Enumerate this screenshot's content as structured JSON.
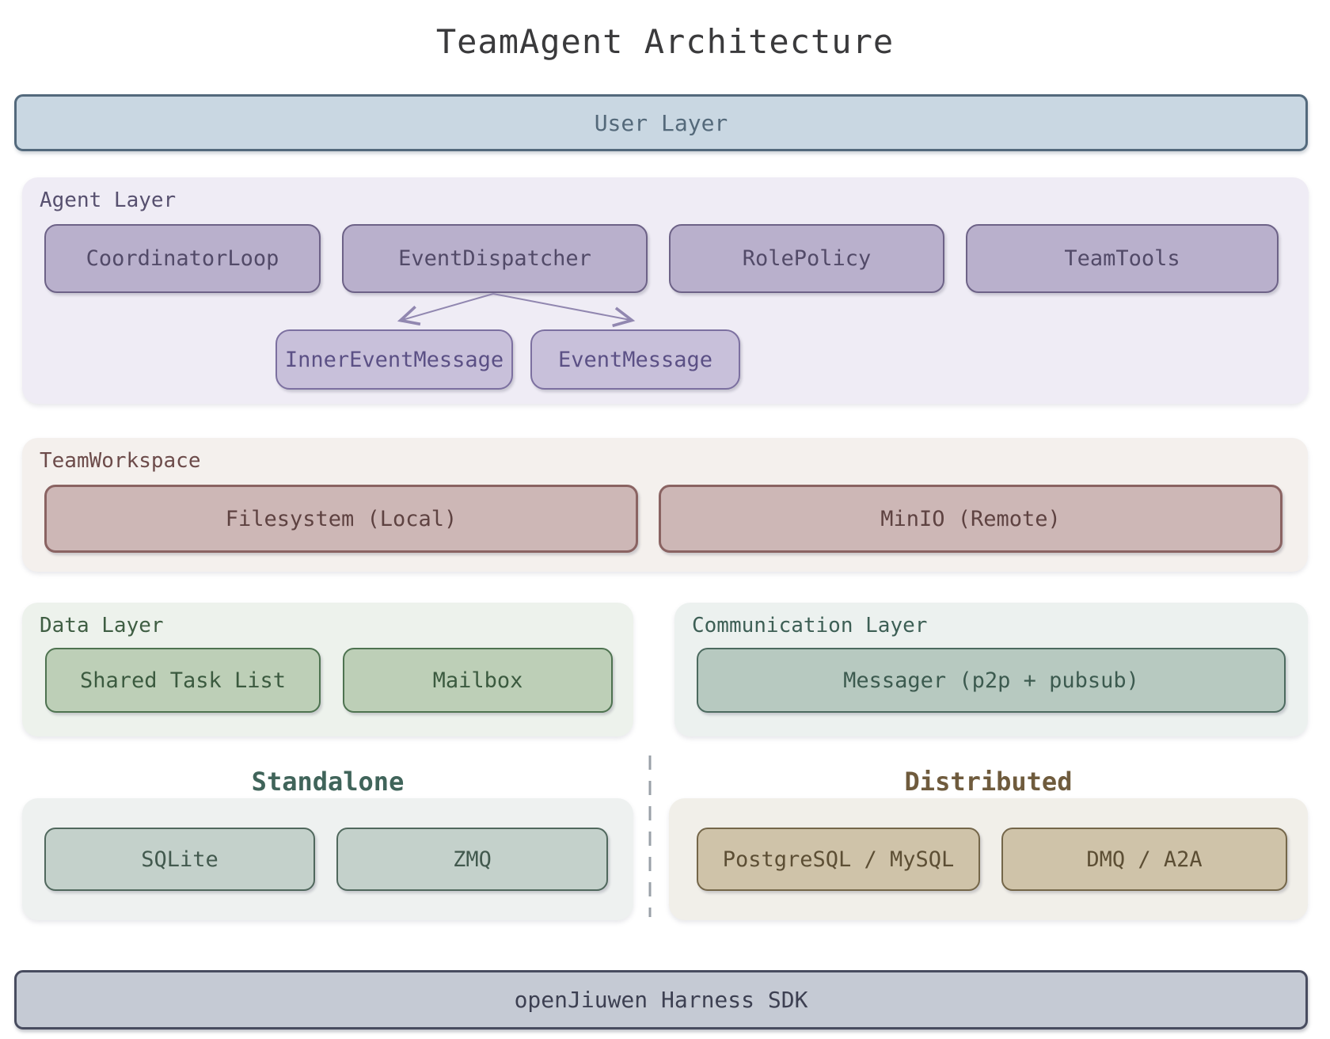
{
  "title": "TeamAgent Architecture",
  "user_layer": {
    "label": "User Layer"
  },
  "agent_layer": {
    "label": "Agent Layer",
    "components": [
      "CoordinatorLoop",
      "EventDispatcher",
      "RolePolicy",
      "TeamTools"
    ],
    "messages": [
      "InnerEventMessage",
      "EventMessage"
    ]
  },
  "team_workspace": {
    "label": "TeamWorkspace",
    "components": [
      "Filesystem (Local)",
      "MinIO (Remote)"
    ]
  },
  "data_layer": {
    "label": "Data Layer",
    "components": [
      "Shared Task List",
      "Mailbox"
    ]
  },
  "communication_layer": {
    "label": "Communication Layer",
    "components": [
      "Messager (p2p + pubsub)"
    ]
  },
  "standalone": {
    "label": "Standalone",
    "components": [
      "SQLite",
      "ZMQ"
    ]
  },
  "distributed": {
    "label": "Distributed",
    "components": [
      "PostgreSQL / MySQL",
      "DMQ / A2A"
    ]
  },
  "sdk_layer": {
    "label": "openJiuwen Harness SDK"
  },
  "colors": {
    "user_layer_fill": "#c9d7e2",
    "user_layer_border": "#53697c",
    "agent_container_fill": "#efecf5",
    "agent_node_fill": "#b9b0cc",
    "agent_node_border": "#6d6287",
    "message_node_fill": "#c8c0da",
    "message_node_border": "#7c70a0",
    "arrow_stroke": "#9187b0",
    "workspace_container_fill": "#f4f0ed",
    "workspace_node_fill": "#cdb7b6",
    "workspace_node_border": "#8a6362",
    "data_container_fill": "#edf2ec",
    "data_node_fill": "#bdcfb7",
    "data_node_border": "#4e7350",
    "comm_container_fill": "#ecf1ef",
    "comm_node_fill": "#b7c9c0",
    "comm_node_border": "#4c6a5f",
    "standalone_node_fill": "#c4d1cb",
    "standalone_node_border": "#50685d",
    "distributed_node_fill": "#cfc3a9",
    "distributed_node_border": "#746649",
    "sdk_bar_fill": "#c5cad4",
    "sdk_bar_border": "#484c5f",
    "divider_stroke": "#9aa1a8"
  }
}
